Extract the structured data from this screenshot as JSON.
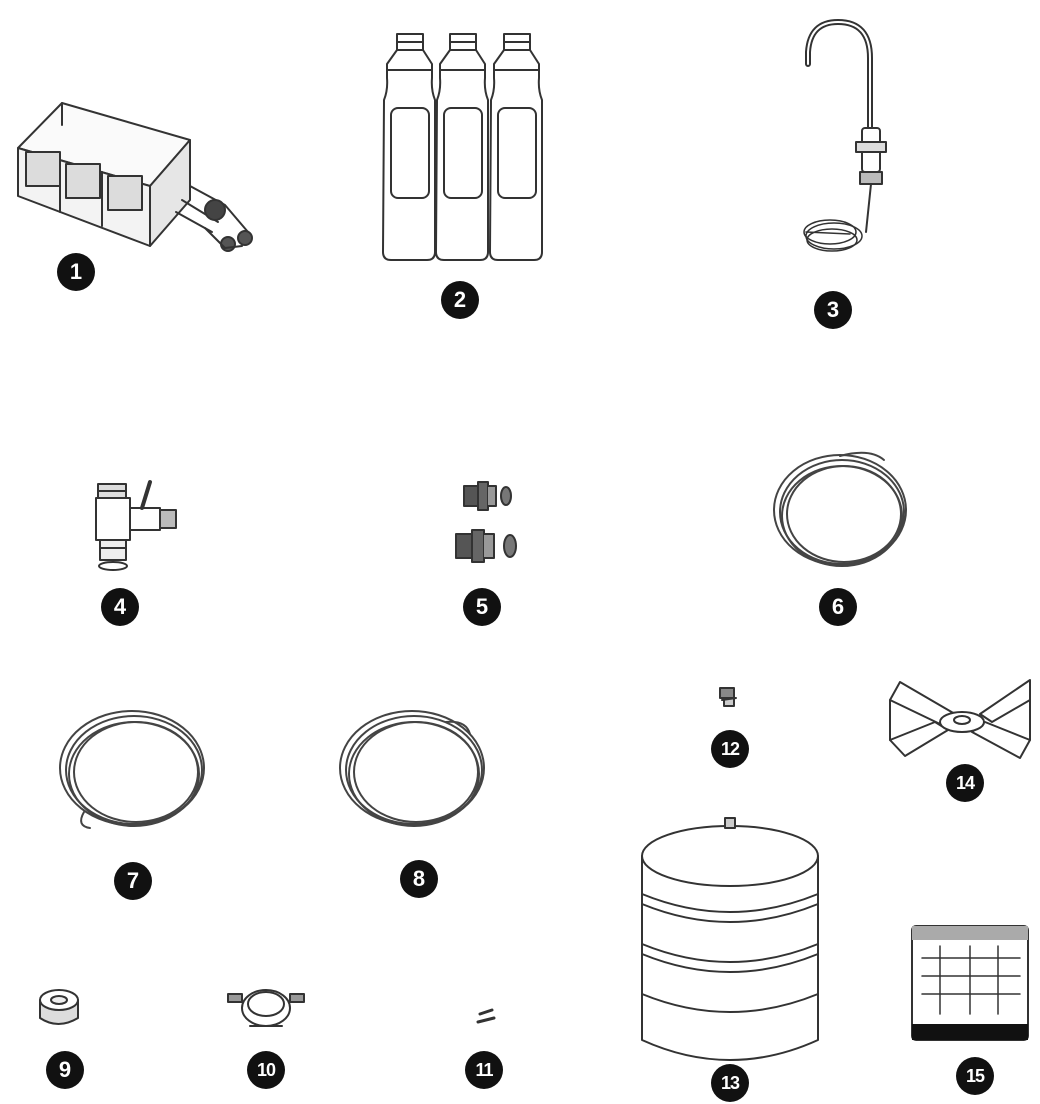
{
  "parts": [
    {
      "number": "1",
      "icon": "filter-manifold-icon"
    },
    {
      "number": "2",
      "icon": "filter-cartridges-icon"
    },
    {
      "number": "3",
      "icon": "faucet-icon"
    },
    {
      "number": "4",
      "icon": "feed-valve-icon"
    },
    {
      "number": "5",
      "icon": "tube-connectors-icon"
    },
    {
      "number": "6",
      "icon": "tubing-coil-icon"
    },
    {
      "number": "7",
      "icon": "tubing-coil-icon"
    },
    {
      "number": "8",
      "icon": "tubing-coil-icon"
    },
    {
      "number": "9",
      "icon": "tape-roll-icon"
    },
    {
      "number": "10",
      "icon": "drain-clamp-icon"
    },
    {
      "number": "11",
      "icon": "screws-icon"
    },
    {
      "number": "12",
      "icon": "tank-valve-icon"
    },
    {
      "number": "13",
      "icon": "storage-tank-icon"
    },
    {
      "number": "14",
      "icon": "tank-stand-icon"
    },
    {
      "number": "15",
      "icon": "manual-card-icon"
    }
  ],
  "colors": {
    "line": "#333333",
    "badge": "#111111",
    "badge_text": "#ffffff"
  }
}
